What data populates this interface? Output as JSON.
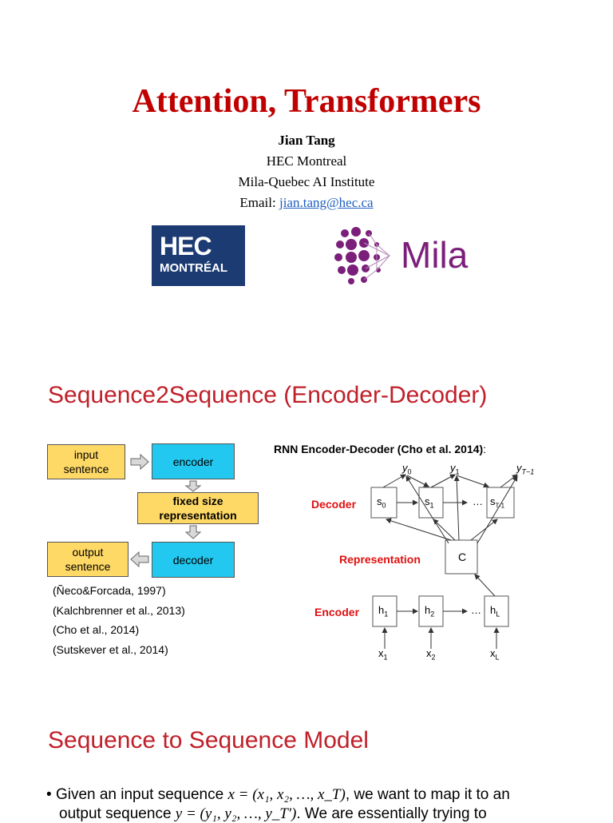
{
  "slide1": {
    "title": "Attention, Transformers",
    "author": "Jian Tang",
    "affiliation1": "HEC Montreal",
    "affiliation2": "Mila-Quebec AI Institute",
    "email_label": "Email: ",
    "email": "jian.tang@hec.ca",
    "logos": {
      "hec_line1": "HEC",
      "hec_line2": "MONTRÉAL",
      "mila_text": "Mila",
      "hec_color": "#1c3b73",
      "mila_color": "#7b1f7a"
    }
  },
  "slide2": {
    "title": "Sequence2Sequence (Encoder-Decoder)",
    "left_diagram": {
      "input": "input\nsentence",
      "encoder": "encoder",
      "fixed": "fixed size\nrepresentation",
      "output": "output\nsentence",
      "decoder": "decoder"
    },
    "citations": [
      "(Ñeco&Forcada, 1997)",
      "(Kalchbrenner et al., 2013)",
      "(Cho et al., 2014)",
      "(Sutskever et al., 2014)"
    ],
    "rnn": {
      "title": "RNN Encoder-Decoder (Cho et al. 2014)",
      "title_suffix": ":",
      "decoder_label": "Decoder",
      "representation_label": "Representation",
      "encoder_label": "Encoder",
      "c_label": "C",
      "dots": "…",
      "y_labels": [
        "y",
        "y",
        "y"
      ],
      "y_subs": [
        "0",
        "1",
        "T−1"
      ],
      "s_labels": [
        "s",
        "s",
        "s"
      ],
      "s_subs": [
        "0",
        "1",
        "T-1"
      ],
      "h_labels": [
        "h",
        "h",
        "h"
      ],
      "h_subs": [
        "1",
        "2",
        "L"
      ],
      "x_labels": [
        "x",
        "x",
        "x"
      ],
      "x_subs": [
        "1",
        "2",
        "L"
      ]
    }
  },
  "slide3": {
    "title": "Sequence to Sequence Model",
    "bullet_line1_a": "Given an input sequence ",
    "bullet_line1_b": ", we want to map it to an",
    "bullet_line2_a": "output sequence ",
    "bullet_line2_b": ". We are essentially trying to",
    "x_expr": "x = (x₁, x₂, …, x_T)",
    "y_expr": "y = (y₁, y₂, …, y_T′)"
  }
}
